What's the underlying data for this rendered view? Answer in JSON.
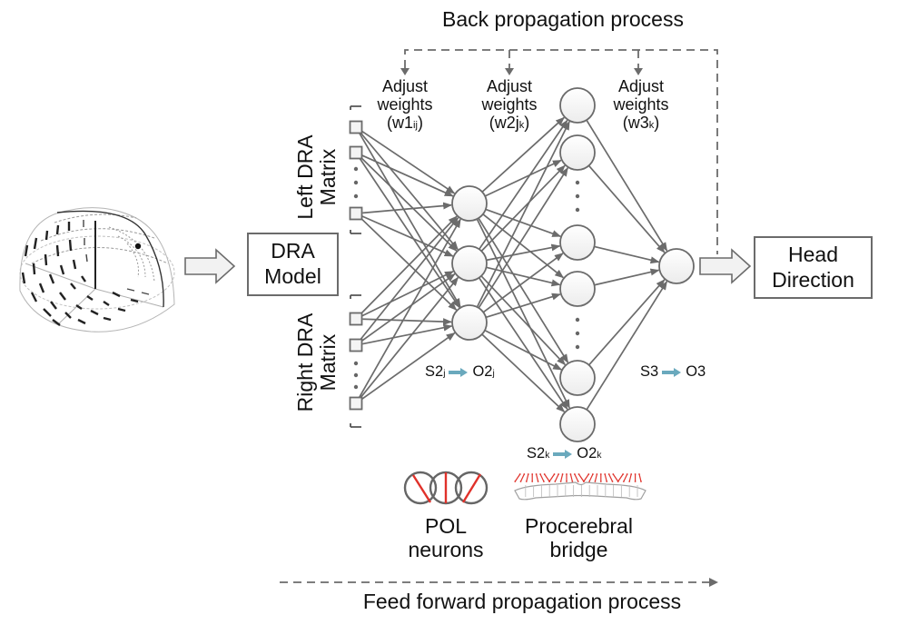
{
  "title": "Back propagation process",
  "footer": "Feed forward propagation process",
  "input_box": {
    "line1": "DRA",
    "line2": "Model"
  },
  "output_box": {
    "line1": "Head",
    "line2": "Direction"
  },
  "left_matrix": {
    "line1": "Left DRA",
    "line2": "Matrix"
  },
  "right_matrix": {
    "line1": "Right DRA",
    "line2": "Matrix"
  },
  "weights": [
    {
      "line1": "Adjust",
      "line2": "weights",
      "prefix": "(w1",
      "sub": "ij",
      "suffix": ")"
    },
    {
      "line1": "Adjust",
      "line2": "weights",
      "prefix": "(w2j",
      "sub": "k",
      "suffix": ")"
    },
    {
      "line1": "Adjust",
      "line2": "weights",
      "prefix": "(w3",
      "sub": "k",
      "suffix": ")"
    }
  ],
  "transforms": [
    {
      "from": "S2",
      "from_sub": "j",
      "to": "O2",
      "to_sub": "j"
    },
    {
      "from": "S2",
      "from_sub": "k",
      "to": "O2",
      "to_sub": "k"
    },
    {
      "from": "S3",
      "from_sub": "",
      "to": "O3",
      "to_sub": ""
    }
  ],
  "pol": {
    "line1": "POL",
    "line2": "neurons"
  },
  "bridge": {
    "line1": "Procerebral",
    "line2": "bridge"
  },
  "network": {
    "left_inputs": 3,
    "right_inputs": 3,
    "hidden1_nodes": 3,
    "hidden2_nodes": 6,
    "output_nodes": 1
  },
  "colors": {
    "line": "#6b6b6b",
    "node_fill": "#f4f4f4",
    "accent_arrow": "#6aa9bd",
    "pol_red": "#e0312a",
    "text": "#111111"
  }
}
